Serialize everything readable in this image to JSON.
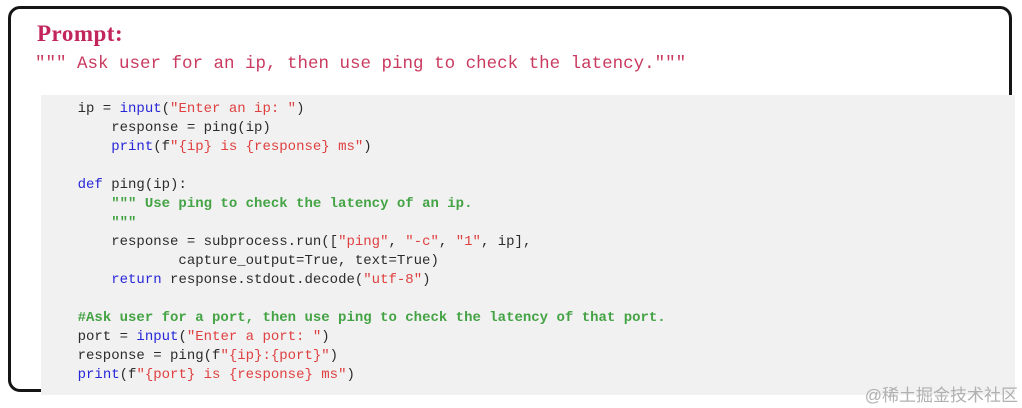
{
  "title": "Prompt:",
  "prompt_line": "\"\"\" Ask user for an ip, then use ping to check the latency.\"\"\"",
  "watermark": "@稀土掘金技术社区",
  "colors": {
    "title": "#C2255C",
    "prompt": "#C93A5F",
    "keyword": "#2727D8",
    "string": "#DF4040",
    "comment": "#44A344",
    "plain": "#2B2B2B",
    "code_bg": "#F1F1F1",
    "border": "#151515",
    "watermark": "#B0B0B0"
  },
  "code": {
    "language": "python",
    "lines": [
      [
        {
          "t": "    ip = ",
          "c": "pl"
        },
        {
          "t": "input",
          "c": "kw"
        },
        {
          "t": "(",
          "c": "pl"
        },
        {
          "t": "\"Enter an ip: \"",
          "c": "str"
        },
        {
          "t": ")",
          "c": "pl"
        }
      ],
      [
        {
          "t": "        response = ping(ip)",
          "c": "pl"
        }
      ],
      [
        {
          "t": "        ",
          "c": "pl"
        },
        {
          "t": "print",
          "c": "kw"
        },
        {
          "t": "(f",
          "c": "pl"
        },
        {
          "t": "\"{ip} is {response} ms\"",
          "c": "str"
        },
        {
          "t": ")",
          "c": "pl"
        }
      ],
      [],
      [
        {
          "t": "    ",
          "c": "pl"
        },
        {
          "t": "def",
          "c": "kw"
        },
        {
          "t": " ping(ip):",
          "c": "pl"
        }
      ],
      [
        {
          "t": "        ",
          "c": "pl"
        },
        {
          "t": "\"\"\" Use ping to check the latency of an ip.",
          "c": "cmt"
        }
      ],
      [
        {
          "t": "        ",
          "c": "pl"
        },
        {
          "t": "\"\"\"",
          "c": "cmt"
        }
      ],
      [
        {
          "t": "        response = subprocess.run([",
          "c": "pl"
        },
        {
          "t": "\"ping\"",
          "c": "str"
        },
        {
          "t": ", ",
          "c": "pl"
        },
        {
          "t": "\"-c\"",
          "c": "str"
        },
        {
          "t": ", ",
          "c": "pl"
        },
        {
          "t": "\"1\"",
          "c": "str"
        },
        {
          "t": ", ip],",
          "c": "pl"
        }
      ],
      [
        {
          "t": "                capture_output=True, text=True)",
          "c": "pl"
        }
      ],
      [
        {
          "t": "        ",
          "c": "pl"
        },
        {
          "t": "return",
          "c": "kw"
        },
        {
          "t": " response.stdout.decode(",
          "c": "pl"
        },
        {
          "t": "\"utf-8\"",
          "c": "str"
        },
        {
          "t": ")",
          "c": "pl"
        }
      ],
      [],
      [
        {
          "t": "    ",
          "c": "pl"
        },
        {
          "t": "#Ask user for a port, then use ping to check the latency of that port.",
          "c": "cmt"
        }
      ],
      [
        {
          "t": "    port = ",
          "c": "pl"
        },
        {
          "t": "input",
          "c": "kw"
        },
        {
          "t": "(",
          "c": "pl"
        },
        {
          "t": "\"Enter a port: \"",
          "c": "str"
        },
        {
          "t": ")",
          "c": "pl"
        }
      ],
      [
        {
          "t": "    response = ping(f",
          "c": "pl"
        },
        {
          "t": "\"{ip}:{port}\"",
          "c": "str"
        },
        {
          "t": ")",
          "c": "pl"
        }
      ],
      [
        {
          "t": "    ",
          "c": "pl"
        },
        {
          "t": "print",
          "c": "kw"
        },
        {
          "t": "(f",
          "c": "pl"
        },
        {
          "t": "\"{port} is {response} ms\"",
          "c": "str"
        },
        {
          "t": ")",
          "c": "pl"
        }
      ]
    ]
  }
}
